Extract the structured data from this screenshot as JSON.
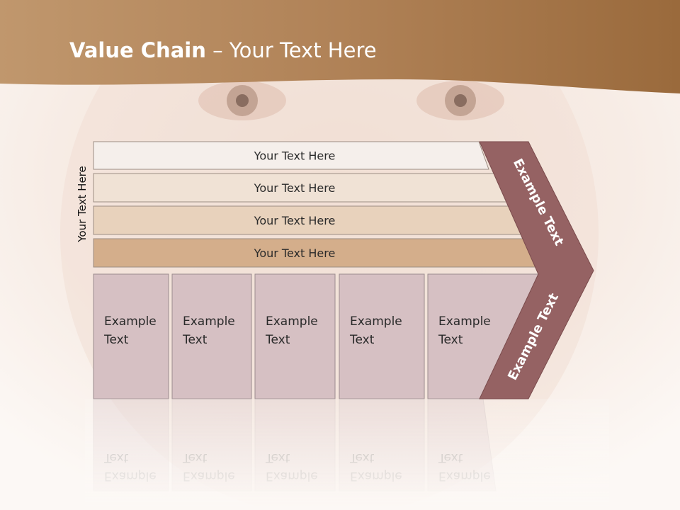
{
  "title": {
    "main": "Value Chain",
    "rest": " – Your Text Here"
  },
  "side_label": "Your Text Here",
  "support_bars": [
    {
      "label": "Your Text Here"
    },
    {
      "label": "Your Text Here"
    },
    {
      "label": "Your Text Here"
    },
    {
      "label": "Your Text Here"
    }
  ],
  "primary_boxes": [
    {
      "line1": "Example",
      "line2": "Text"
    },
    {
      "line1": "Example",
      "line2": "Text"
    },
    {
      "line1": "Example",
      "line2": "Text"
    },
    {
      "line1": "Example",
      "line2": "Text"
    },
    {
      "line1": "Example",
      "line2": "Text"
    }
  ],
  "arrow": {
    "upper": "Example Text",
    "lower": "Example Text"
  },
  "colors": {
    "header": "#a8784a",
    "bar_fills": [
      "#f5efeb",
      "#f0e2d5",
      "#e8d2bc",
      "#d4ae8b"
    ],
    "box_fill": "#d6c0c3",
    "arrow": "#956263"
  }
}
